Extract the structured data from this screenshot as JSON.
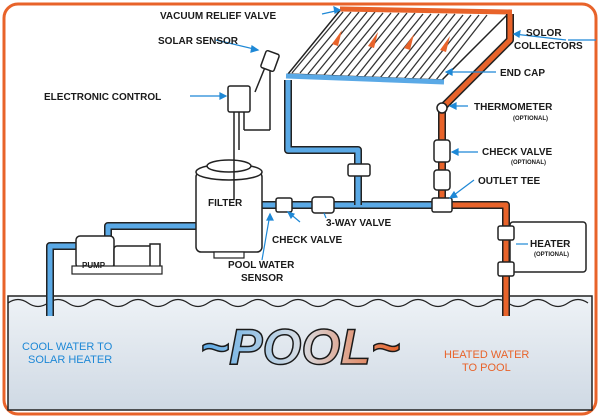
{
  "labels": {
    "vacuum_relief_valve": "VACUUM RELIEF VALVE",
    "solar_sensor": "SOLAR SENSOR",
    "electronic_control": "ELECTRONIC CONTROL",
    "solor_collectors_1": "SOLOR",
    "solor_collectors_2": "COLLECTORS",
    "end_cap": "END CAP",
    "thermometer": "THERMOMETER",
    "thermometer_sub": "(OPTIONAL)",
    "check_valve_right": "CHECK VALVE",
    "check_valve_right_sub": "(OPTIONAL)",
    "outlet_tee": "OUTLET TEE",
    "filter": "FILTER",
    "three_way_valve": "3-WAY VALVE",
    "check_valve": "CHECK VALVE",
    "pool_water_sensor_1": "POOL WATER",
    "pool_water_sensor_2": "SENSOR",
    "pump": "PUMP",
    "heater": "HEATER",
    "heater_sub": "(OPTIONAL)",
    "cool_water_1": "COOL WATER TO",
    "cool_water_2": "SOLAR HEATER",
    "heated_water_1": "HEATED WATER",
    "heated_water_2": "TO POOL",
    "pool_title": "~POOL~"
  },
  "colors": {
    "border": "#e8632a",
    "cool_pipe": "#5aa9e6",
    "hot_pipe": "#e8632a",
    "outline": "#222222",
    "pool_water": "#dfe7f0"
  }
}
